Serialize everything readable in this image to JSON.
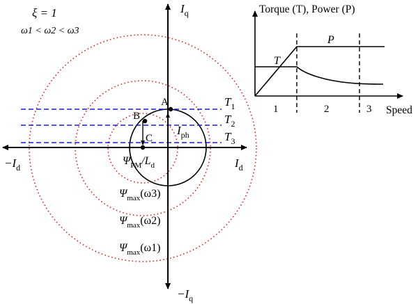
{
  "left_diagram": {
    "xi_label": "ξ = 1",
    "omega_order": "ω1 < ω2 < ω3",
    "axis_labels": {
      "iq_pos": "I",
      "iq_pos_sub": "q",
      "iq_neg": "−I",
      "iq_neg_sub": "q",
      "id_pos": "I",
      "id_pos_sub": "d",
      "id_neg": "−I",
      "id_neg_sub": "d"
    },
    "points": {
      "a": "A",
      "b": "B",
      "c": "C"
    },
    "torque_lines": [
      {
        "label": "T",
        "sub": "1"
      },
      {
        "label": "T",
        "sub": "2"
      },
      {
        "label": "T",
        "sub": "3"
      }
    ],
    "iph_label": "I",
    "iph_sub": "ph",
    "center_label": "Ψ",
    "center_sub": "PM",
    "center_label_tail": "/L",
    "center_tail_sub": "d",
    "flux_circles": [
      {
        "name": "Ψ",
        "sub": "max",
        "arg": "(ω3)"
      },
      {
        "name": "Ψ",
        "sub": "max",
        "arg": "(ω2)"
      },
      {
        "name": "Ψ",
        "sub": "max",
        "arg": "(ω1)"
      }
    ],
    "colors": {
      "torque_lines": "#1a1adb",
      "flux_circles": "#e41a1a",
      "axes": "#000000"
    }
  },
  "right_chart": {
    "title": "Torque (T), Power (P)",
    "x_axis_label": "Speed",
    "curve_labels": {
      "torque": "T",
      "power": "P"
    },
    "regions": [
      "1",
      "2",
      "3"
    ]
  }
}
